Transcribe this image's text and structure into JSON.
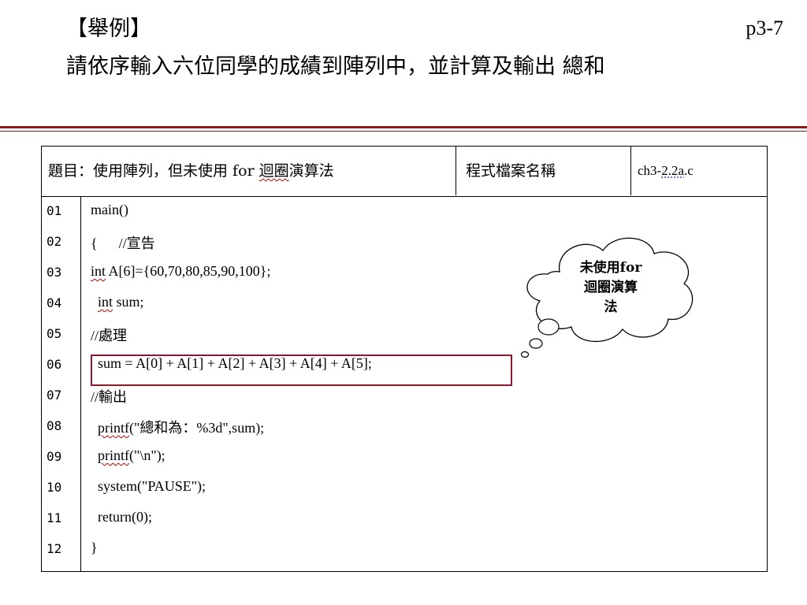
{
  "slide": {
    "heading": "【舉例】",
    "subtitle": "請依序輸入六位同學的成績到陣列中，並計算及輸出 總和",
    "page_number": "p3-7"
  },
  "table": {
    "header": {
      "title_prefix": "題目：使用陣列，但未使用 for ",
      "title_squiggle": "迴圈",
      "title_suffix": "演算法",
      "label": "程式檔案名稱",
      "filename_prefix": "ch3-",
      "filename_dotted": "2.2a",
      "filename_suffix": ".c"
    },
    "lines": [
      {
        "num": "01",
        "text": "main()"
      },
      {
        "num": "02",
        "text": "{      //宣告"
      },
      {
        "num": "03",
        "squiggle": "int",
        "text": " A[6]={60,70,80,85,90,100};"
      },
      {
        "num": "04",
        "pre": "  ",
        "squiggle": "int",
        "text": " sum;"
      },
      {
        "num": "05",
        "text": "//處理"
      },
      {
        "num": "06",
        "text": "  sum = A[0] + A[1] + A[2] + A[3] + A[4] + A[5];"
      },
      {
        "num": "07",
        "text": "//輸出"
      },
      {
        "num": "08",
        "pre": "  ",
        "squiggle": "printf",
        "text": "(\"總和為：%3d\",sum);"
      },
      {
        "num": "09",
        "pre": "  ",
        "squiggle": "printf",
        "text": "(\"\\n\");"
      },
      {
        "num": "10",
        "text": "  system(\"PAUSE\");"
      },
      {
        "num": "11",
        "text": "  return(0);"
      },
      {
        "num": "12",
        "text": "}"
      }
    ]
  },
  "callout": {
    "line1": "未使用for",
    "line2": "迴圈演算",
    "line3": "法"
  },
  "colors": {
    "rule": "#8b1a1a",
    "highlight_box": "#8b1a2e",
    "squiggle": "#c00000"
  }
}
